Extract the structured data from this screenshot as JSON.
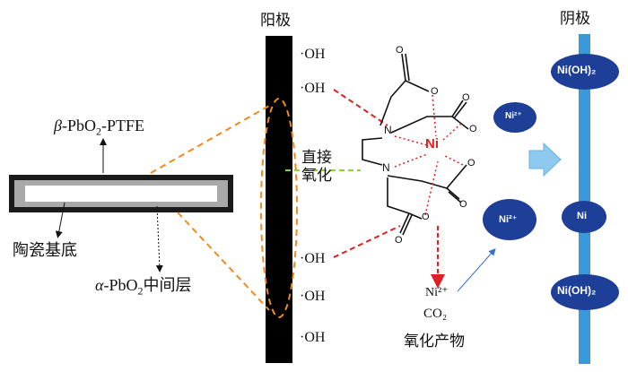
{
  "anode": {
    "title": "阳极",
    "oh_labels": [
      "·OH",
      "·OH",
      "·OH",
      "·OH",
      "·OH"
    ]
  },
  "cathode": {
    "title": "阴极",
    "deposits": [
      "Ni(OH)₂",
      "Ni",
      "Ni(OH)₂"
    ]
  },
  "electrode": {
    "outer_label_greek": "β",
    "outer_label_rest": "-PbO",
    "outer_label_sub": "2",
    "outer_label_tail": "-PTFE",
    "substrate_label": "陶瓷基底",
    "inner_label_greek": "α",
    "inner_label_rest": "-PbO",
    "inner_label_sub": "2",
    "inner_label_tail": "中间层"
  },
  "mechanism": {
    "direct_oxidation": "直接\n氧化",
    "direct_line1": "直接",
    "direct_line2": "氧化"
  },
  "complex": {
    "center_atom": "Ni",
    "nitrogen": "N",
    "oxygen": "O"
  },
  "free_ions": [
    "Ni²⁺",
    "Ni²⁺"
  ],
  "products": {
    "ni_ion": "Ni²⁺",
    "co2": "CO₂",
    "label": "氧化产物"
  },
  "colors": {
    "anode": "#000000",
    "cathode": "#3a9ad9",
    "ellipse": "#1e3f97",
    "dashed_red": "#e02020",
    "dashed_orange": "#f08a1c",
    "green_dash": "#8ecf3a",
    "arrow_blue": "#8ecaf0"
  }
}
